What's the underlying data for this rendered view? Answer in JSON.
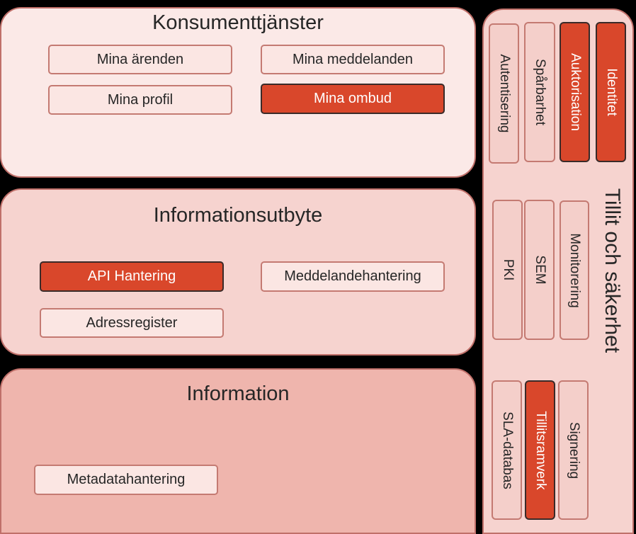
{
  "consumer": {
    "title": "Konsumenttjänster",
    "items": [
      "Mina ärenden",
      "Mina meddelanden",
      "Mina profil",
      "Mina ombud"
    ]
  },
  "exchange": {
    "title": "Informationsutbyte",
    "items": [
      "API Hantering",
      "Meddelandehantering",
      "Adressregister"
    ]
  },
  "information": {
    "title": "Information",
    "items": [
      "Metadatahantering"
    ]
  },
  "trust": {
    "title": "Tillit och säkerhet",
    "row1": [
      "Autentisering",
      "Spårbarhet",
      "Auktorisation",
      "Identitet"
    ],
    "row2": [
      "PKI",
      "SEM",
      "Monitorering"
    ],
    "row3": [
      "SLA-databas",
      "Tillitsramverk",
      "Signering"
    ]
  },
  "colors": {
    "highlight": "#d9472b",
    "panel_light": "#fbe9e7",
    "panel_mid": "#f6d3cf",
    "panel_dark": "#efb5ad",
    "border": "#c0706a"
  }
}
